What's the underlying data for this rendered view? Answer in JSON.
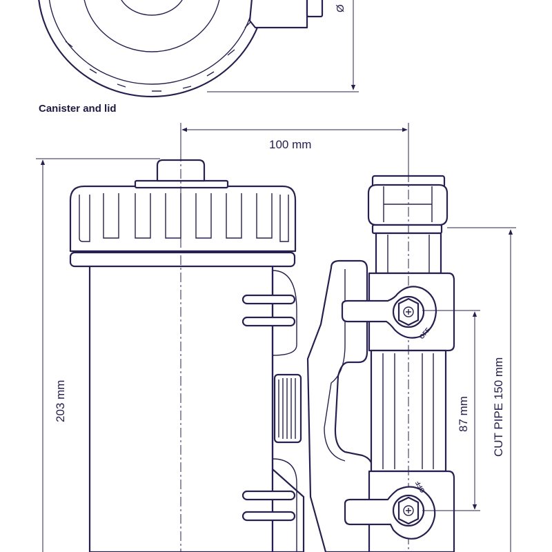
{
  "caption": "Canister and lid",
  "dimensions": {
    "top_diameter_prefix": "Ø",
    "width": "100 mm",
    "height": "203 mm",
    "inner_height": "87 mm",
    "cut_pipe": "CUT PIPE 150 mm"
  },
  "valve_marks": {
    "upper": "OFF",
    "lower": "OFF"
  },
  "colors": {
    "line": "#25204f",
    "background": "#ffffff"
  }
}
